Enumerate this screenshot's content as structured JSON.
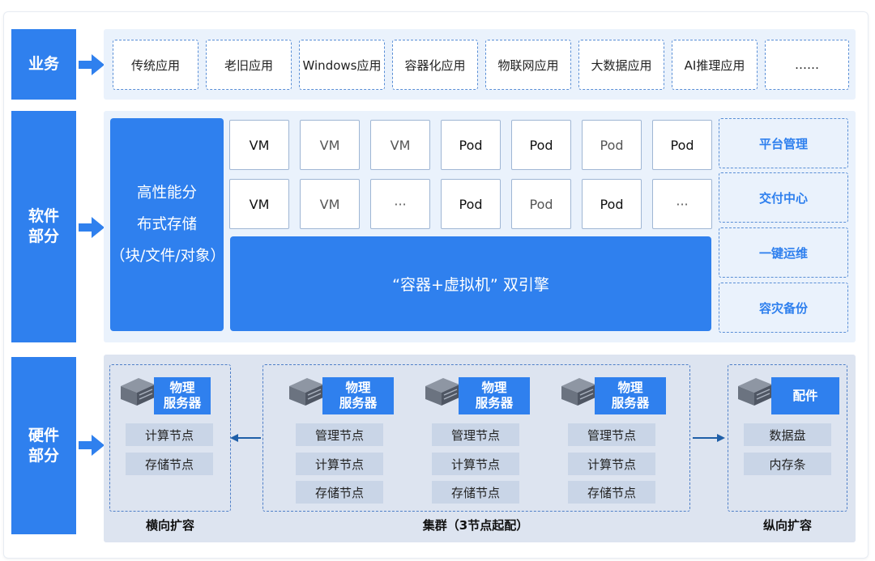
{
  "layers": {
    "business": "业务",
    "software_line1": "软件",
    "software_line2": "部分",
    "hardware_line1": "硬件",
    "hardware_line2": "部分"
  },
  "business_apps": [
    "传统应用",
    "老旧应用",
    "Windows应用",
    "容器化应用",
    "物联网应用",
    "大数据应用",
    "AI推理应用",
    "……"
  ],
  "storage": {
    "line1": "高性能分",
    "line2": "布式存储",
    "line3": "（块/文件/对象）"
  },
  "workloads": {
    "row1": [
      "VM",
      "VM",
      "VM",
      "Pod",
      "Pod",
      "Pod",
      "Pod"
    ],
    "row2": [
      "VM",
      "VM",
      "···",
      "Pod",
      "Pod",
      "Pod",
      "···"
    ]
  },
  "engine": "“容器+虚拟机” 双引擎",
  "management": [
    "平台管理",
    "交付中心",
    "一键运维",
    "容灾备份"
  ],
  "hardware": {
    "server_label_line1": "物理",
    "server_label_line2": "服务器",
    "scale_out": {
      "nodes": [
        "计算节点",
        "存储节点"
      ],
      "caption": "横向扩容"
    },
    "cluster": {
      "nodes": [
        "管理节点",
        "计算节点",
        "存储节点"
      ],
      "caption": "集群（3节点起配）"
    },
    "scale_up": {
      "label": "配件",
      "items": [
        "数据盘",
        "内存条"
      ],
      "caption": "纵向扩容"
    }
  },
  "colors": {
    "primary": "#2f80ee",
    "band_light": "#eaf2fc",
    "band_hardware": "#dde4f0",
    "node_fill": "#c9d5e7",
    "arrow": "#1f5fa8"
  }
}
